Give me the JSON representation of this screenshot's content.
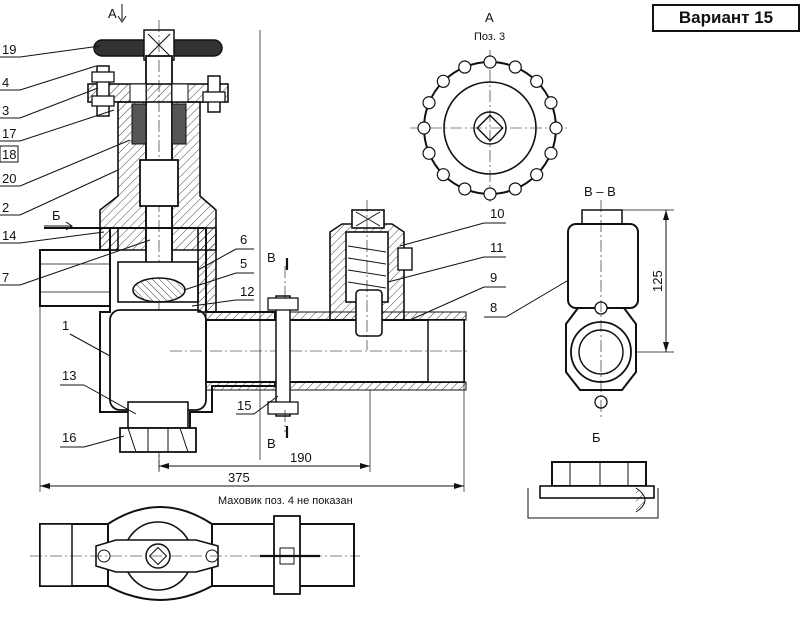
{
  "title": "Вариант 15",
  "view_a": {
    "letter": "А",
    "caption": "Поз. 3"
  },
  "section_vv": "В – В",
  "view_b": "Б",
  "note": "Маховик поз. 4 не показан",
  "dimensions": {
    "d375": "375",
    "d190": "190",
    "d125": "125"
  },
  "cut_marks": {
    "a_top": "А",
    "b_left": "Б",
    "v_top": "В",
    "v_bottom": "В"
  },
  "callouts_left": [
    "19",
    "4",
    "3",
    "17",
    "18",
    "20",
    "2",
    "14",
    "7",
    "1",
    "13",
    "16"
  ],
  "callouts_mid": [
    "6",
    "5",
    "12",
    "15"
  ],
  "callouts_right": [
    "10",
    "11",
    "9",
    "8"
  ]
}
